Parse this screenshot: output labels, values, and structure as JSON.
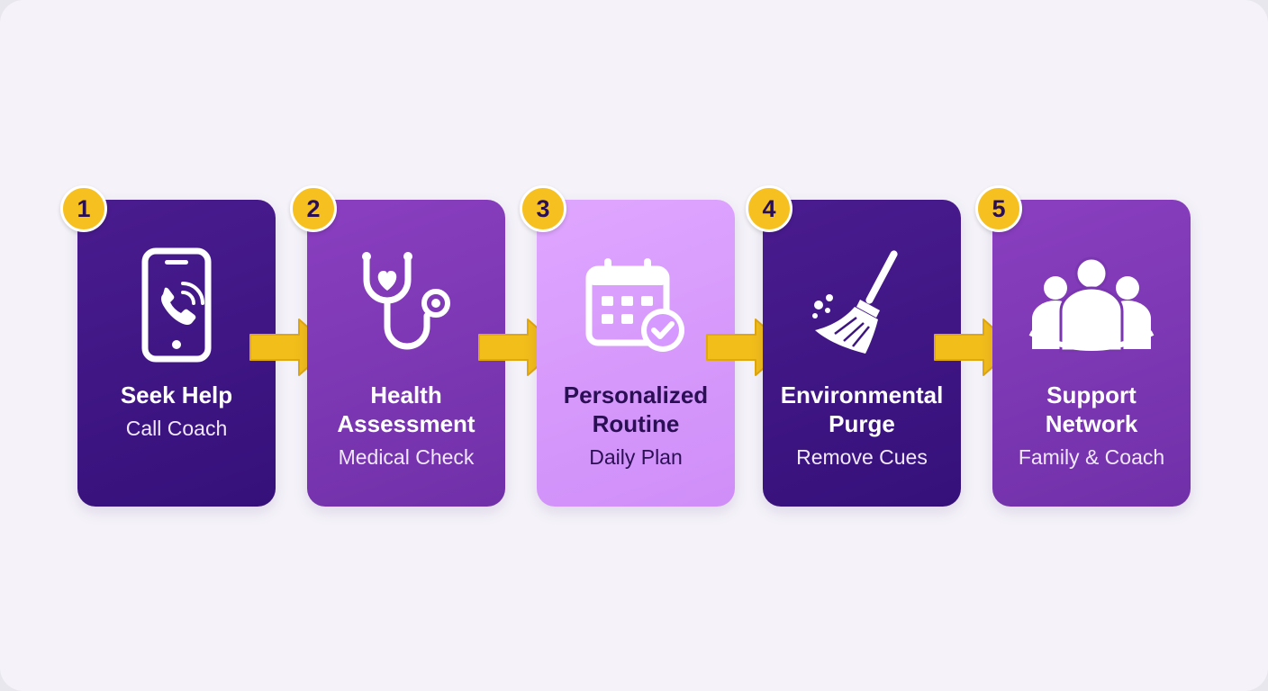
{
  "colors": {
    "dark_purple": "#3d1580",
    "medium_purple": "#7a35b0",
    "light_purple": "#d699ff",
    "badge_yellow": "#f6c120",
    "arrow_yellow": "#f2be1a",
    "background": "#f5f3f9"
  },
  "steps": [
    {
      "number": "1",
      "title": "Seek Help",
      "subtitle": "Call Coach",
      "icon": "phone-call-icon",
      "color": "#3d1580"
    },
    {
      "number": "2",
      "title": "Health\nAssessment",
      "subtitle": "Medical Check",
      "icon": "stethoscope-heart-icon",
      "color": "#7a35b0"
    },
    {
      "number": "3",
      "title": "Personalized\nRoutine",
      "subtitle": "Daily Plan",
      "icon": "calendar-check-icon",
      "color": "#d699ff"
    },
    {
      "number": "4",
      "title": "Environmental\nPurge",
      "subtitle": "Remove Cues",
      "icon": "broom-icon",
      "color": "#3d1580"
    },
    {
      "number": "5",
      "title": "Support\nNetwork",
      "subtitle": "Family & Coach",
      "icon": "group-people-icon",
      "color": "#7a35b0"
    }
  ]
}
